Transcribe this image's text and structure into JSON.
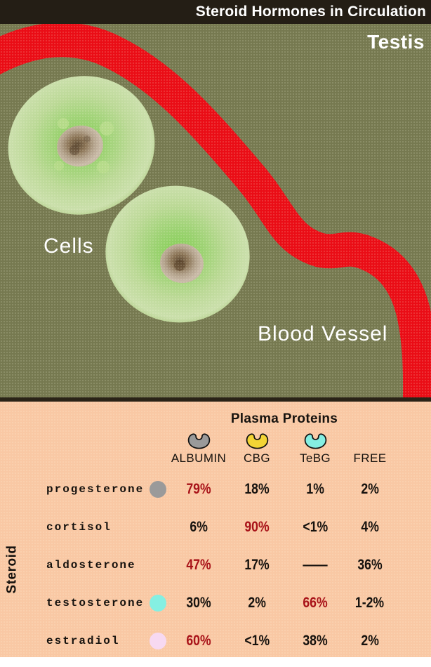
{
  "colors": {
    "title_bar": "#241e15",
    "background_olive": "#767950",
    "panel_peach": "#f9c8a4",
    "vessel_red": "#ea0d16",
    "cell_green": "#a9d47b",
    "nucleus_brown": "#7d6342",
    "highlight_value_red": "#a81218",
    "albumin_gray": "#9a9a9a",
    "cbg_yellow": "#f2d435",
    "tebg_cyan": "#85efe2",
    "estradiol_pink": "#f7d9f1"
  },
  "header": {
    "title": "Steroid Hormones in Circulation"
  },
  "scene": {
    "testis_label": "Testis",
    "cells_label": "Cells",
    "blood_vessel_label": "Blood Vessel"
  },
  "table": {
    "title": "Plasma Proteins",
    "axis_label": "Steroid",
    "columns": [
      {
        "label": "ALBUMIN",
        "icon": "albumin-protein-icon",
        "icon_color": "#9a9a9a"
      },
      {
        "label": "CBG",
        "icon": "cbg-protein-icon",
        "icon_color": "#f2d435"
      },
      {
        "label": "TeBG",
        "icon": "tebg-protein-icon",
        "icon_color": "#85efe2"
      },
      {
        "label": "FREE",
        "icon": null,
        "icon_color": null
      }
    ],
    "rows": [
      {
        "label": "progesterone",
        "dot_color": "#9a9a9a",
        "values": [
          {
            "text": "79%",
            "highlight": true
          },
          {
            "text": "18%"
          },
          {
            "text": "1%"
          },
          {
            "text": "2%"
          }
        ]
      },
      {
        "label": "cortisol",
        "dot_color": null,
        "values": [
          {
            "text": "6%"
          },
          {
            "text": "90%",
            "highlight": true
          },
          {
            "text": "<1%"
          },
          {
            "text": "4%"
          }
        ]
      },
      {
        "label": "aldosterone",
        "dot_color": null,
        "values": [
          {
            "text": "47%",
            "highlight": true
          },
          {
            "text": "17%"
          },
          {
            "text": "——"
          },
          {
            "text": "36%"
          }
        ]
      },
      {
        "label": "testosterone",
        "dot_color": "#85efe2",
        "values": [
          {
            "text": "30%"
          },
          {
            "text": "2%"
          },
          {
            "text": "66%",
            "highlight": true
          },
          {
            "text": "1-2%"
          }
        ]
      },
      {
        "label": "estradiol",
        "dot_color": "#f7d9f1",
        "values": [
          {
            "text": "60%",
            "highlight": true
          },
          {
            "text": "<1%"
          },
          {
            "text": "38%"
          },
          {
            "text": "2%"
          }
        ]
      }
    ]
  }
}
